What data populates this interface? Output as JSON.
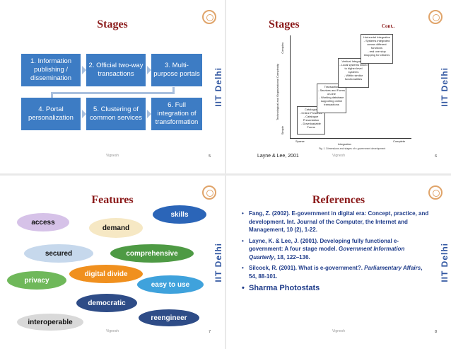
{
  "brand": {
    "vertical_text": "IIT Delhi",
    "accent": "#3d7cc4",
    "title_color": "#8b1a1a"
  },
  "slides": [
    {
      "title": "Stages",
      "footer": "Vignesh",
      "page": "5",
      "boxes": [
        "1. Information publishing / dissemination",
        "2. Official two-way transactions",
        "3. Multi-purpose portals",
        "4. Portal personalization",
        "5. Clustering of common services",
        "6. Full integration of transformation"
      ]
    },
    {
      "title": "Stages",
      "cont": "Cont..",
      "footer": "Vignesh",
      "page": "6",
      "source": "Layne & Lee, 2001",
      "diagram": {
        "ylabel": "Technological and Organizational Complexity",
        "ytop": "Complex",
        "ybottom": "Simple",
        "xleft": "Sparse",
        "xmid": "Integration",
        "xright": "Complete",
        "caption": "Fig. 1. Dimensions and stages of e-government development",
        "steps": [
          {
            "head": "Catalogue",
            "body": "- Online Presence\n- Catalogue Presentation\n- Downloadable Forms"
          },
          {
            "head": "Transaction",
            "body": "- Services and Forms on-line\n- Working database supporting online transactions"
          },
          {
            "head": "Vertical Integration",
            "body": "- Local systems linked to higher level systems\n- Within similar functionalities"
          },
          {
            "head": "Horizontal Integration",
            "body": "- Systems integrated across different functions\n- real one stop shopping for citizens"
          }
        ]
      }
    },
    {
      "title": "Features",
      "footer": "Vignesh",
      "page": "7",
      "bubbles": [
        "access",
        "skills",
        "demand",
        "secured",
        "comprehensive",
        "digital divide",
        "privacy",
        "easy to use",
        "democratic",
        "reengineer",
        "interoperable"
      ]
    },
    {
      "title": "References",
      "footer": "Vignesh",
      "page": "8",
      "refs": [
        {
          "text": "Fang, Z. (2002). E-government in digital era: Concept, practice, and development. Int.  Journal of the Computer, the Internet and Management, 10 (2), 1-22.",
          "journal": "",
          "rest": ""
        },
        {
          "text": "Layne, K. & Lee, J. (2001). Developing fully functional e-government: A four stage model. ",
          "journal": "Government Information Quarterly",
          "rest": ", 18, 122–136."
        },
        {
          "text": "Silcock, R. (2001). What is e-government?. ",
          "journal": "Parliamentary Affairs",
          "rest": ", 54, 88-101."
        },
        {
          "text": "Sharma Photostats",
          "journal": "",
          "rest": ""
        }
      ]
    }
  ]
}
